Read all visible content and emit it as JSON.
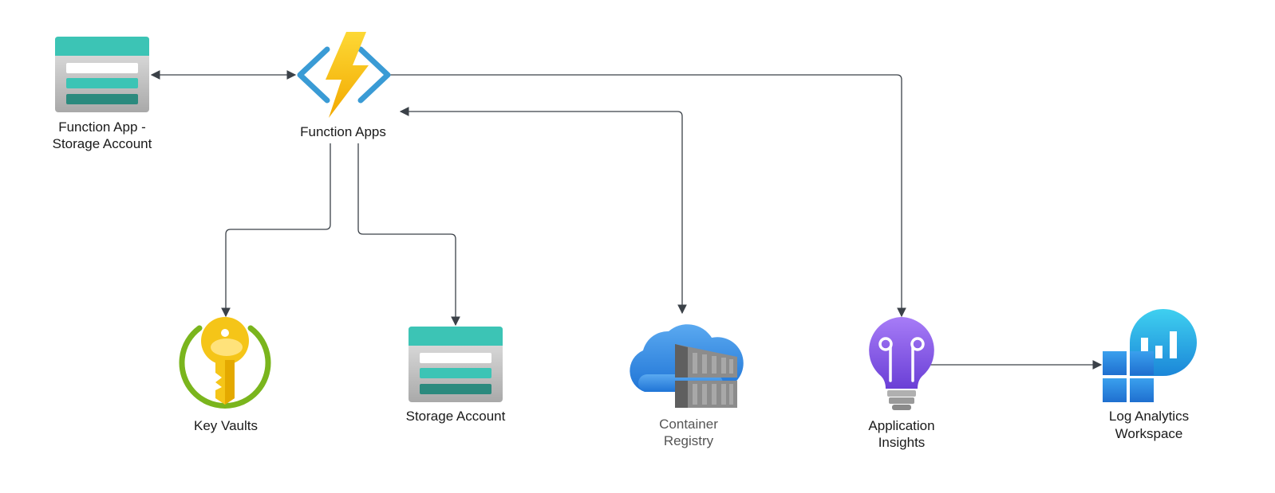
{
  "nodes": {
    "function_storage": {
      "label_line1": "Function App -",
      "label_line2": "Storage Account"
    },
    "function_apps": {
      "label": "Function Apps"
    },
    "key_vaults": {
      "label": "Key Vaults"
    },
    "storage_account": {
      "label": "Storage Account"
    },
    "container_registry": {
      "label_line1": "Container",
      "label_line2": "Registry"
    },
    "app_insights": {
      "label_line1": "Application",
      "label_line2": "Insights"
    },
    "log_analytics": {
      "label_line1": "Log Analytics",
      "label_line2": "Workspace"
    }
  },
  "icons": {
    "function_storage": "storage-account-icon",
    "function_apps": "function-app-icon",
    "key_vaults": "key-vault-icon",
    "storage_account": "storage-account-icon",
    "container_registry": "container-registry-icon",
    "app_insights": "application-insights-icon",
    "log_analytics": "log-analytics-icon"
  },
  "colors": {
    "storage_teal": "#3cc4b5",
    "storage_dark": "#2b8a7e",
    "storage_body": "#b9b9b9",
    "function_blue": "#3a9bd5",
    "function_bolt": "#f7c600",
    "key_green": "#7ab51d",
    "key_yellow": "#f5c518",
    "cloud_blue": "#3a8ee6",
    "insights_purple": "#8a5cf0",
    "log_blue": "#2a8de0",
    "connector": "#3b4148"
  }
}
